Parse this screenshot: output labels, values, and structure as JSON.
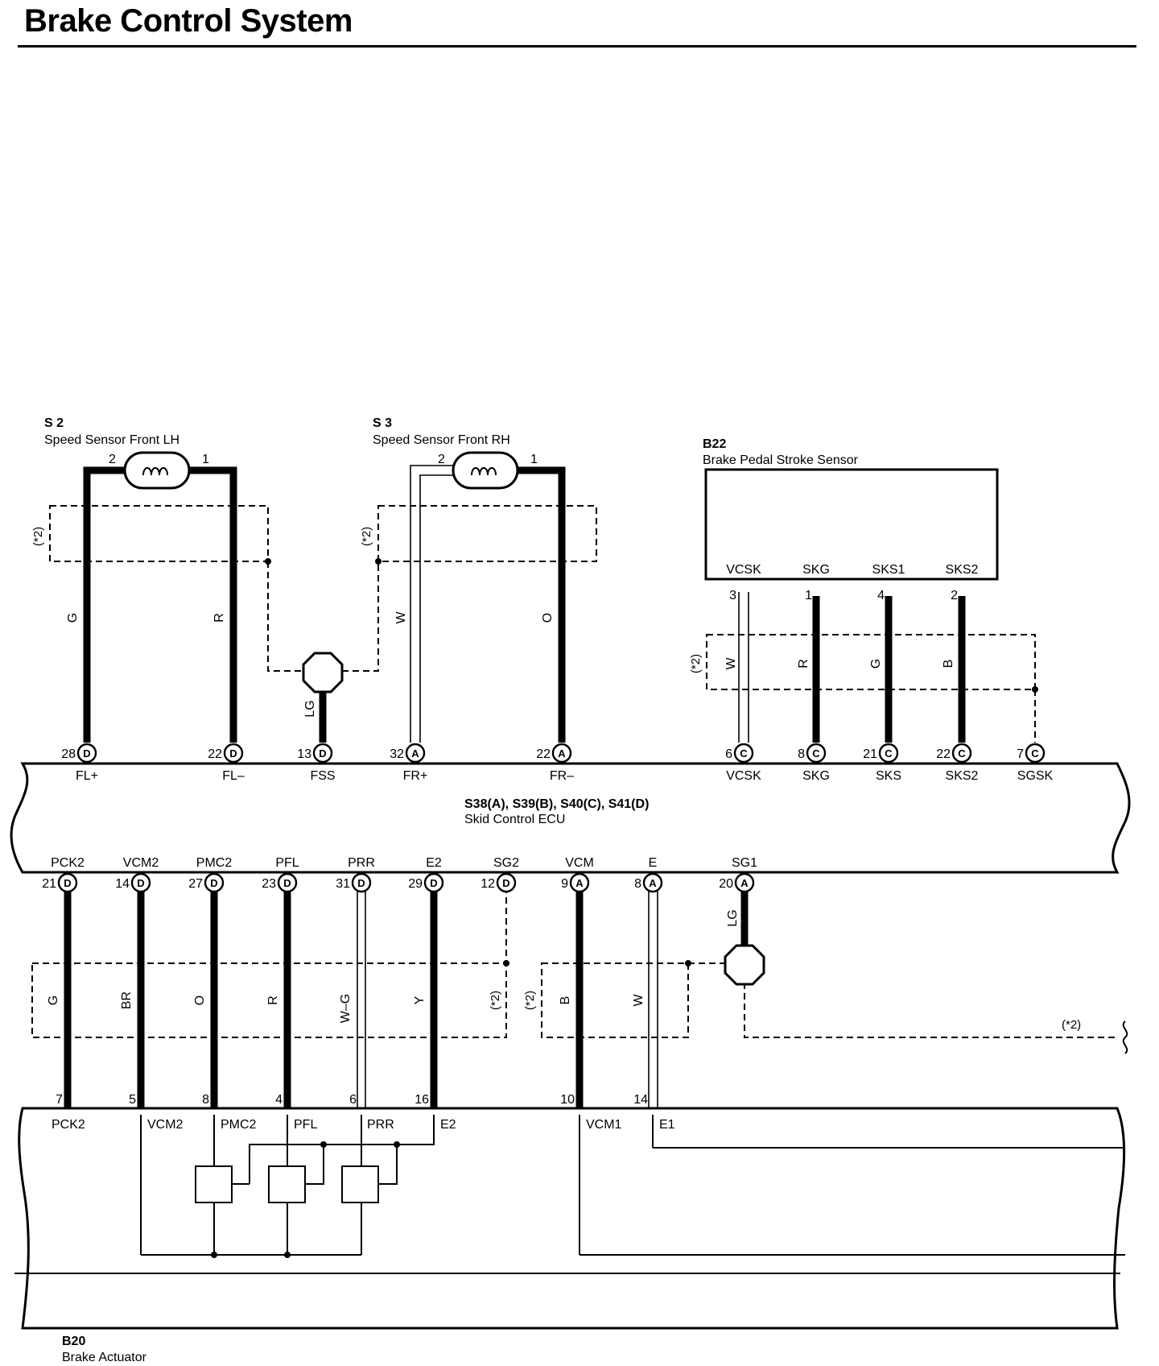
{
  "title": "Brake Control System",
  "components": {
    "s2": {
      "code": "S 2",
      "name": "Speed Sensor Front LH",
      "pins": [
        "2",
        "1"
      ]
    },
    "s3": {
      "code": "S 3",
      "name": "Speed Sensor Front RH",
      "pins": [
        "2",
        "1"
      ]
    },
    "b22": {
      "code": "B22",
      "name": "Brake Pedal Stroke Sensor",
      "terminals": [
        "VCSK",
        "SKG",
        "SKS1",
        "SKS2"
      ],
      "pins": [
        "3",
        "1",
        "4",
        "2"
      ]
    },
    "ecu": {
      "code": "S38(A), S39(B), S40(C), S41(D)",
      "name": "Skid Control ECU"
    },
    "b20": {
      "code": "B20",
      "name": "Brake Actuator"
    }
  },
  "shield_label": "(*2)",
  "top_wires": [
    {
      "color": "G",
      "ecu_pin": "28",
      "connector": "D",
      "terminal": "FL+"
    },
    {
      "color": "R",
      "ecu_pin": "22",
      "connector": "D",
      "terminal": "FL–"
    },
    {
      "color": "LG",
      "ecu_pin": "13",
      "connector": "D",
      "terminal": "FSS"
    },
    {
      "color": "W",
      "ecu_pin": "32",
      "connector": "A",
      "terminal": "FR+"
    },
    {
      "color": "O",
      "ecu_pin": "22",
      "connector": "A",
      "terminal": "FR–"
    },
    {
      "color": "W",
      "ecu_pin": "6",
      "connector": "C",
      "terminal": "VCSK"
    },
    {
      "color": "R",
      "ecu_pin": "8",
      "connector": "C",
      "terminal": "SKG"
    },
    {
      "color": "G",
      "ecu_pin": "21",
      "connector": "C",
      "terminal": "SKS"
    },
    {
      "color": "B",
      "ecu_pin": "22",
      "connector": "C",
      "terminal": "SKS2"
    },
    {
      "color": "",
      "ecu_pin": "7",
      "connector": "C",
      "terminal": "SGSK"
    }
  ],
  "bottom_wires": [
    {
      "color": "G",
      "ecu_pin": "21",
      "connector": "D",
      "terminal": "PCK2",
      "act_pin": "7",
      "act_terminal": "PCK2"
    },
    {
      "color": "BR",
      "ecu_pin": "14",
      "connector": "D",
      "terminal": "VCM2",
      "act_pin": "5",
      "act_terminal": "VCM2"
    },
    {
      "color": "O",
      "ecu_pin": "27",
      "connector": "D",
      "terminal": "PMC2",
      "act_pin": "8",
      "act_terminal": "PMC2"
    },
    {
      "color": "R",
      "ecu_pin": "23",
      "connector": "D",
      "terminal": "PFL",
      "act_pin": "4",
      "act_terminal": "PFL"
    },
    {
      "color": "W–G",
      "ecu_pin": "31",
      "connector": "D",
      "terminal": "PRR",
      "act_pin": "6",
      "act_terminal": "PRR"
    },
    {
      "color": "Y",
      "ecu_pin": "29",
      "connector": "D",
      "terminal": "E2",
      "act_pin": "16",
      "act_terminal": "E2"
    },
    {
      "color": "",
      "ecu_pin": "12",
      "connector": "D",
      "terminal": "SG2",
      "act_pin": "",
      "act_terminal": ""
    },
    {
      "color": "B",
      "ecu_pin": "9",
      "connector": "A",
      "terminal": "VCM",
      "act_pin": "10",
      "act_terminal": "VCM1"
    },
    {
      "color": "W",
      "ecu_pin": "8",
      "connector": "A",
      "terminal": "E",
      "act_pin": "14",
      "act_terminal": "E1"
    },
    {
      "color": "LG",
      "ecu_pin": "20",
      "connector": "A",
      "terminal": "SG1",
      "act_pin": "",
      "act_terminal": ""
    }
  ]
}
